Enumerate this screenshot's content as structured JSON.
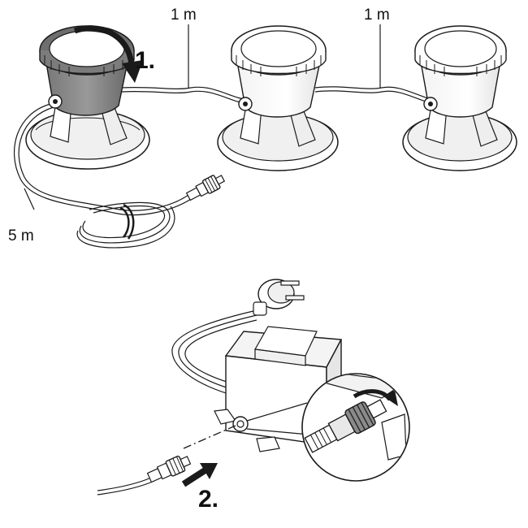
{
  "labels": {
    "cable_1": "1 m",
    "cable_2": "1 m",
    "cable_3": "5 m",
    "step_1": "1.",
    "step_2": "2."
  },
  "colors": {
    "line": "#1a1a1a",
    "highlight_gray": "#8f8f8f",
    "highlight_dark": "#6e6e6e",
    "fill": "#ffffff",
    "shade": "#dcdcdc"
  },
  "icons": {
    "rotate": "curved-arrow-icon",
    "push": "straight-arrow-icon"
  }
}
